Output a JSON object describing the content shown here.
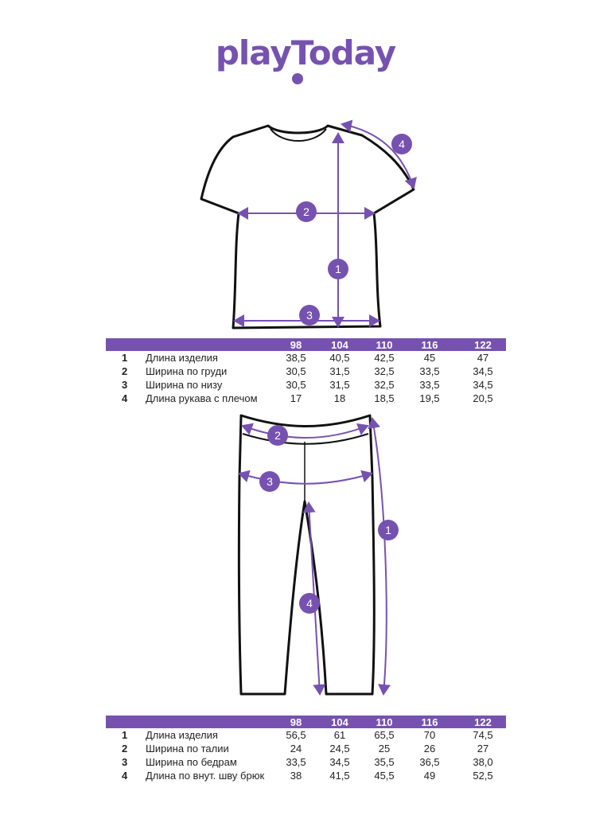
{
  "brand": "playToday",
  "accent": "#7652b0",
  "sizes": [
    "98",
    "104",
    "110",
    "116",
    "122"
  ],
  "shirt_badges": [
    "1",
    "2",
    "3",
    "4"
  ],
  "pants_badges": [
    "1",
    "2",
    "3",
    "4"
  ],
  "shirt_table": [
    {
      "num": "1",
      "label": "Длина изделия",
      "values": [
        "38,5",
        "40,5",
        "42,5",
        "45",
        "47"
      ]
    },
    {
      "num": "2",
      "label": "Ширина по груди",
      "values": [
        "30,5",
        "31,5",
        "32,5",
        "33,5",
        "34,5"
      ]
    },
    {
      "num": "3",
      "label": "Ширина по низу",
      "values": [
        "30,5",
        "31,5",
        "32,5",
        "33,5",
        "34,5"
      ]
    },
    {
      "num": "4",
      "label": "Длина рукава с плечом",
      "values": [
        "17",
        "18",
        "18,5",
        "19,5",
        "20,5"
      ]
    }
  ],
  "pants_table": [
    {
      "num": "1",
      "label": "Длина изделия",
      "values": [
        "56,5",
        "61",
        "65,5",
        "70",
        "74,5"
      ]
    },
    {
      "num": "2",
      "label": "Ширина по талии",
      "values": [
        "24",
        "24,5",
        "25",
        "26",
        "27"
      ]
    },
    {
      "num": "3",
      "label": "Ширина по бедрам",
      "values": [
        "33,5",
        "34,5",
        "35,5",
        "36,5",
        "38,0"
      ]
    },
    {
      "num": "4",
      "label": "Длина по внут. шву брюк",
      "values": [
        "38",
        "41,5",
        "45,5",
        "49",
        "52,5"
      ]
    }
  ]
}
